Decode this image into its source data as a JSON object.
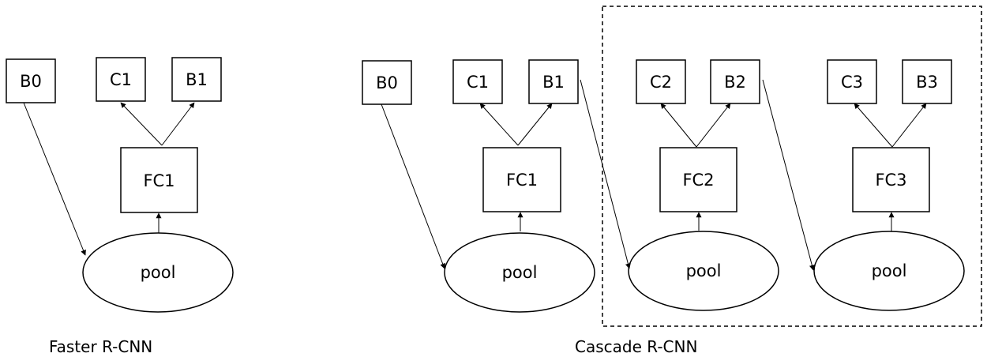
{
  "captions": {
    "faster": "Faster R-CNN",
    "cascade": "Cascade R-CNN"
  },
  "faster": {
    "b0": "B0",
    "c1": "C1",
    "b1": "B1",
    "fc1": "FC1",
    "pool": "pool"
  },
  "cascade": {
    "b0": "B0",
    "c1": "C1",
    "b1": "B1",
    "fc1": "FC1",
    "pool1": "pool",
    "c2": "C2",
    "b2": "B2",
    "fc2": "FC2",
    "pool2": "pool",
    "c3": "C3",
    "b3": "B3",
    "fc3": "FC3",
    "pool3": "pool"
  }
}
